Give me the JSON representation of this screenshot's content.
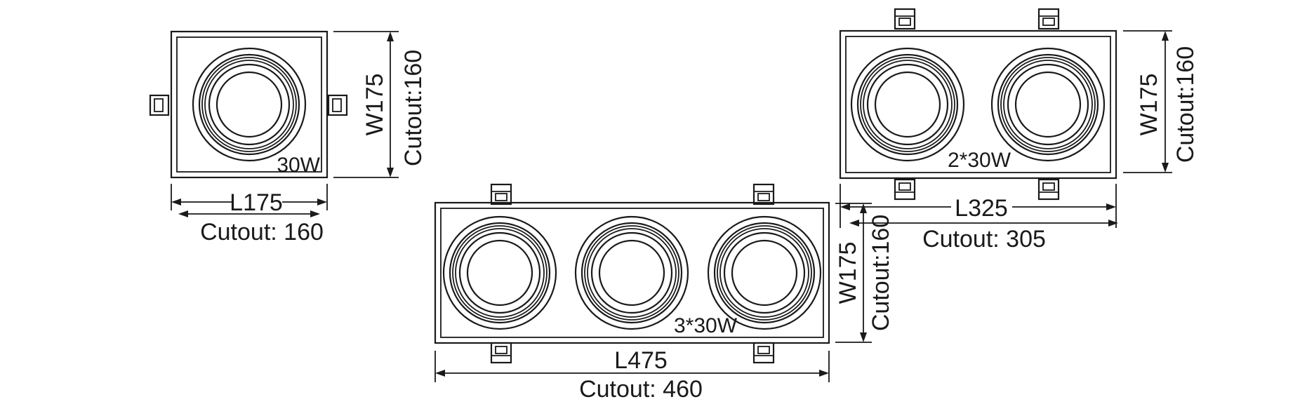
{
  "fixtures": [
    {
      "id": "single",
      "power": "30W",
      "length": "L175",
      "width": "W175",
      "cutout_length": "Cutout: 160",
      "cutout_width": "Cutout:160"
    },
    {
      "id": "double",
      "power": "2*30W",
      "length": "L325",
      "width": "W175",
      "cutout_length": "Cutout: 305",
      "cutout_width": "Cutout:160"
    },
    {
      "id": "triple",
      "power": "3*30W",
      "length": "L475",
      "width": "W175",
      "cutout_length": "Cutout: 460",
      "cutout_width": "Cutout:160"
    }
  ],
  "colors": {
    "line": "#1a1a1a",
    "background": "#ffffff"
  }
}
